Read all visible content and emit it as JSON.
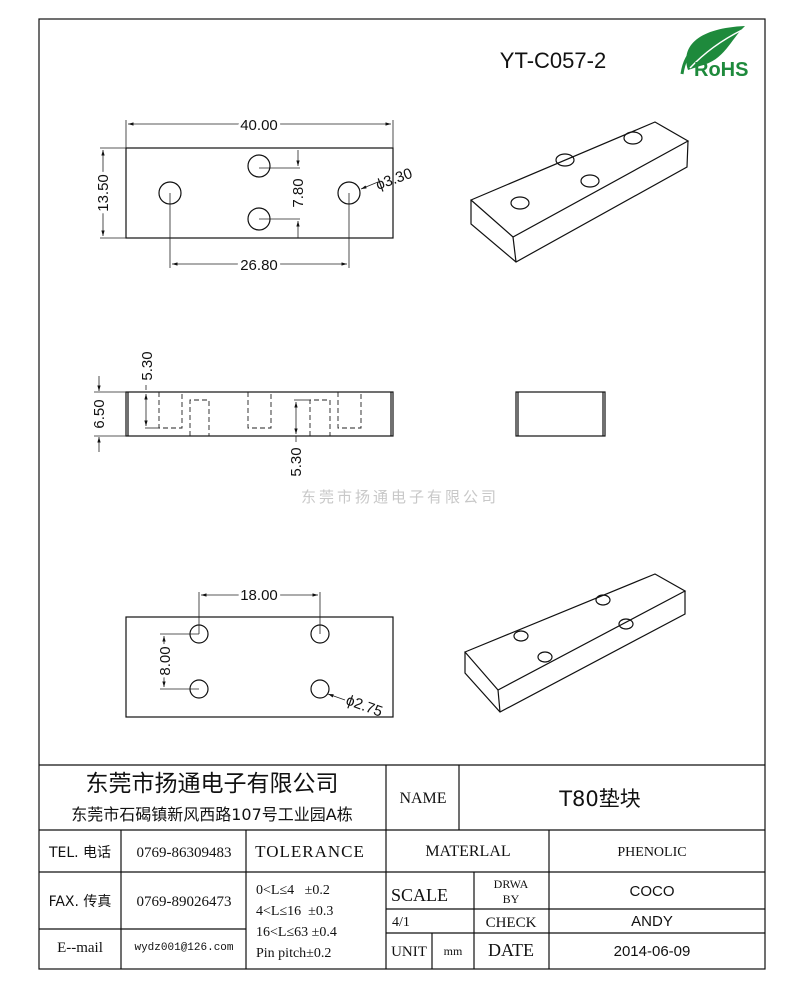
{
  "drawing_number": "YT-C057-2",
  "rohs_logo": {
    "text": "RoHS",
    "color": "#1e8a3c"
  },
  "watermark": "东莞市扬通电子有限公司",
  "dimensions": {
    "top_length": "40.00",
    "top_width": "13.50",
    "hole_pitch_y": "7.80",
    "hole_diameter": "ϕ3.30",
    "hole_pitch_x": "26.80",
    "pocket_depth_top": "5.30",
    "height": "6.50",
    "pocket_depth_bottom": "5.30",
    "bottom_pitch_x": "18.00",
    "bottom_pitch_y": "8.00",
    "bottom_hole_diameter": "ϕ2.75"
  },
  "title_block": {
    "company": "东莞市扬通电子有限公司",
    "address": "东莞市石碣镇新风西路107号工业园A栋",
    "name_label": "NAME",
    "name_value": "T80垫块",
    "tel_label": "TEL. 电话",
    "tel_value": "0769-86309483",
    "fax_label": "FAX. 传真",
    "fax_value": "0769-89026473",
    "email_label": "E--mail",
    "email_value": "wydz001@126.com",
    "tolerance_label": "TOLERANCE",
    "tolerance_lines": [
      "0<L≤4   ±0.2",
      "4<L≤16  ±0.3",
      "16<L≤63 ±0.4",
      "Pin pitch±0.2"
    ],
    "material_label": "MATERLAL",
    "material_value": "PHENOLIC",
    "scale_label": "SCALE",
    "scale_value": "4/1",
    "drawn_by_label": [
      "DRWA",
      "BY"
    ],
    "drawn_by_value": "COCO",
    "check_label": "CHECK",
    "check_value": "ANDY",
    "unit_label": "UNIT",
    "unit_value": "mm",
    "date_label": "DATE",
    "date_value": "2014-06-09"
  }
}
